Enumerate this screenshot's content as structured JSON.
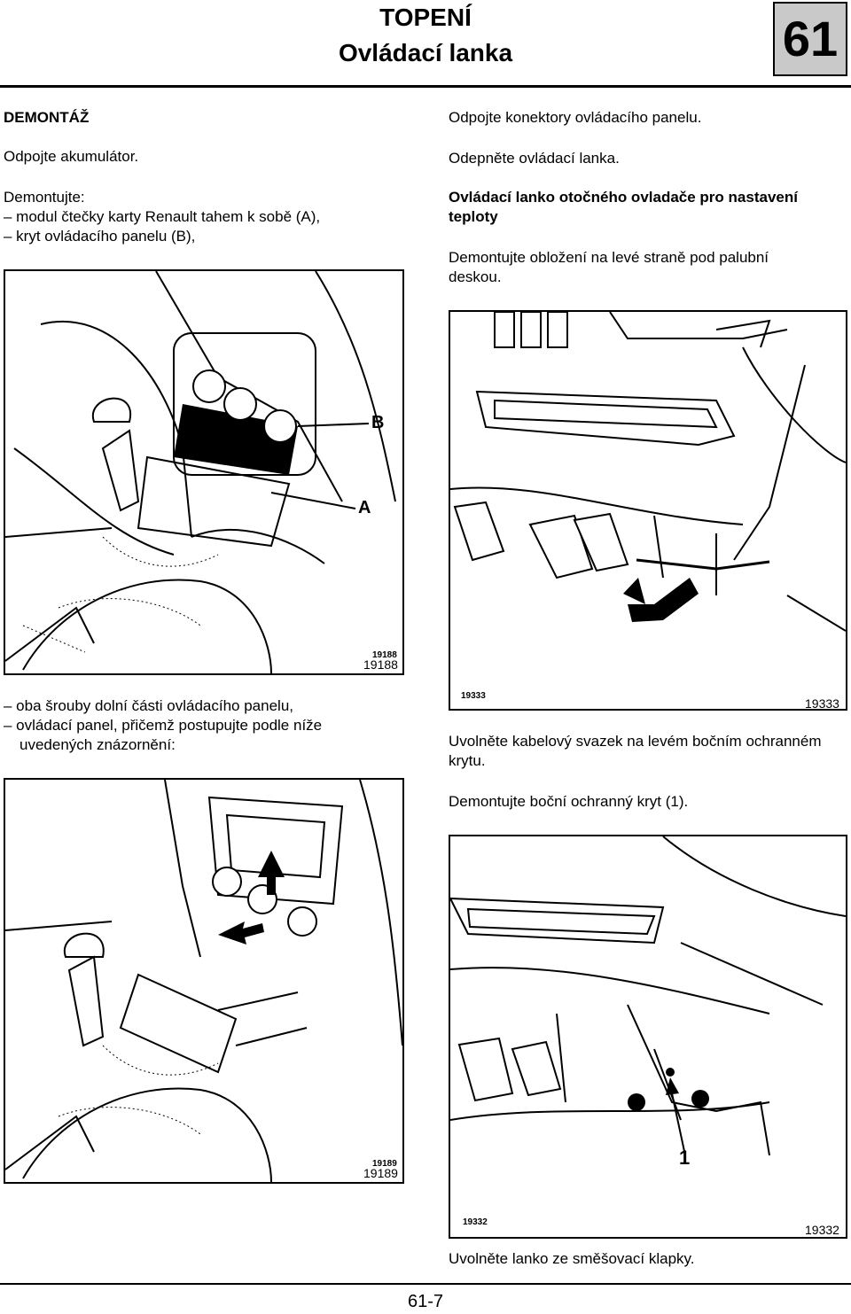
{
  "header": {
    "title_line1": "TOPENÍ",
    "title_line2": "Ovládací lanka",
    "section_number": "61"
  },
  "left": {
    "heading": "DEMONTÁŽ",
    "p1": "Odpojte akumulátor.",
    "p2": "Demontujte:",
    "list1": [
      "– modul čtečky karty Renault tahem k sobě (A),",
      "– kryt ovládacího panelu (B),"
    ],
    "fig1": {
      "number": "19188",
      "tag": "19188",
      "label_b": "B",
      "label_a": "A"
    },
    "list2": [
      "– oba šrouby dolní části ovládacího panelu,",
      "– ovládací panel, přičemž postupujte podle níže",
      "uvedených znázornění:"
    ],
    "fig2": {
      "number": "19189",
      "tag": "19189"
    }
  },
  "right": {
    "p1": "Odpojte konektory ovládacího panelu.",
    "p2": "Odepněte ovládací lanka.",
    "subheading": "Ovládací lanko otočného ovladače pro nastavení teploty",
    "p3": "Demontujte obložení na levé straně pod palubní deskou.",
    "fig3": {
      "number": "19333",
      "tag": "19333"
    },
    "p4": "Uvolněte kabelový svazek na levém bočním ochranném krytu.",
    "p5": "Demontujte boční ochranný kryt (1).",
    "fig4": {
      "number": "19332",
      "tag": "19332",
      "label_1": "1"
    },
    "p6": "Uvolněte lanko ze směšovací klapky."
  },
  "footer": {
    "page": "61-7"
  }
}
